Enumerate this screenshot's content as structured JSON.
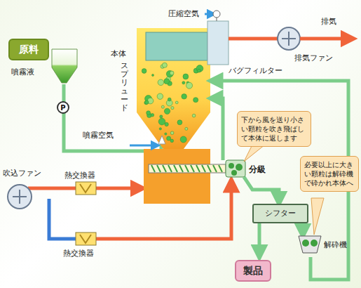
{
  "diagram": {
    "nodes": [
      {
        "text": [
          "原料"
        ]
      },
      {
        "text": [
          "製品"
        ]
      },
      {
        "text": [
          "シフター"
        ]
      },
      {
        "text": [
          "下から風を送り小さい顆粒を吹き飛ばして本体に返します"
        ]
      },
      {
        "text": [
          "必要以上に大きい顆粒は解砕機で砕かれ本体へ"
        ]
      },
      {
        "text": [
          "P"
        ]
      }
    ],
    "edges": [
      {
        "from": 2,
        "to": 1,
        "arrow": "to"
      }
    ],
    "labels": [
      "噴霧液",
      "噴霧空気",
      "本体",
      "スプリュード",
      "圧縮空気",
      "排気",
      "バグフィルター",
      "排気ファン",
      "吹込ファン",
      "熱交換器",
      "熱交換器",
      "分級",
      "解砕機"
    ]
  }
}
